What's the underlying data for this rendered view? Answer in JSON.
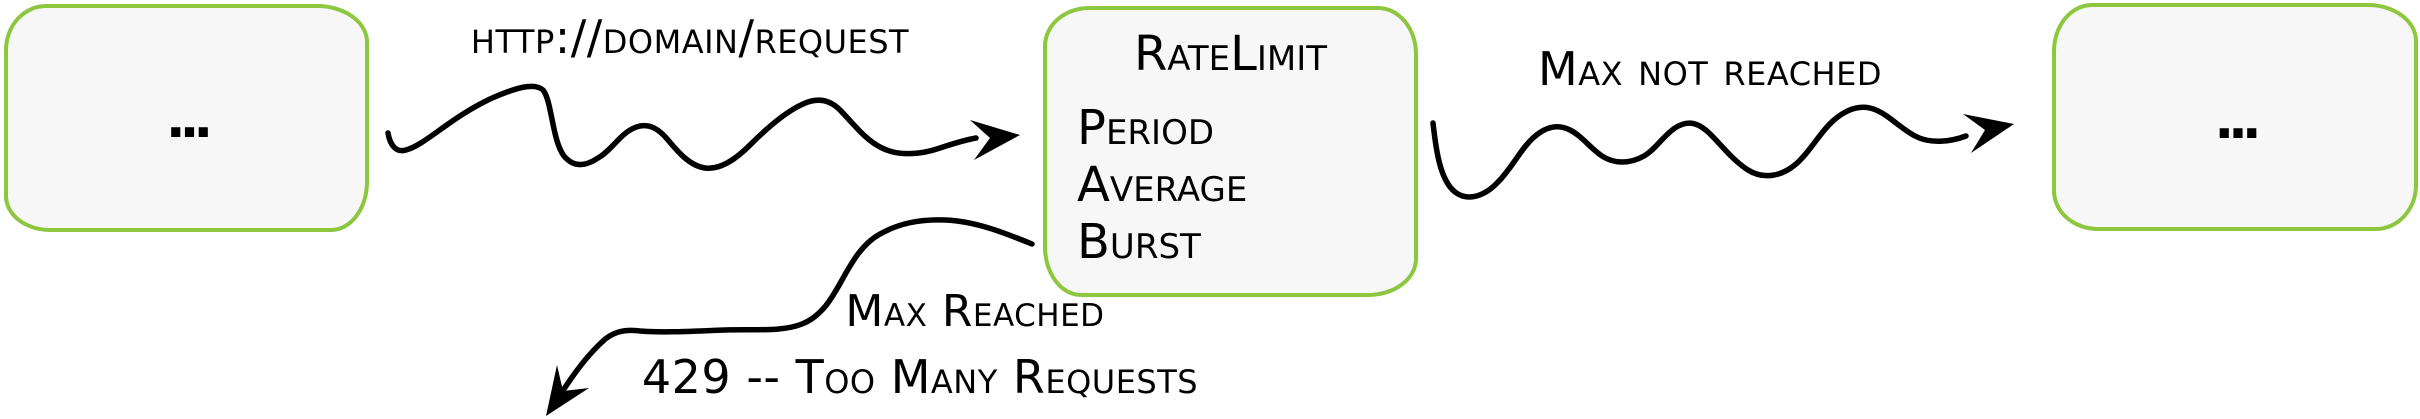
{
  "diagram": {
    "source_box": {
      "label": "..."
    },
    "request_arrow": {
      "label": "http://domain/request"
    },
    "ratelimit_box": {
      "title": "RateLimit",
      "items": [
        "Period",
        "Average",
        "Burst"
      ]
    },
    "max_not_reached_arrow": {
      "label": "Max not reached"
    },
    "destination_box": {
      "label": "..."
    },
    "max_reached_arrow": {
      "label": "Max Reached",
      "status_label": "429 -- Too Many Requests"
    },
    "colors": {
      "box_stroke": "#8dc63f",
      "box_fill": "#f7f7f7",
      "ink": "#000000",
      "background": "#ffffff"
    }
  }
}
